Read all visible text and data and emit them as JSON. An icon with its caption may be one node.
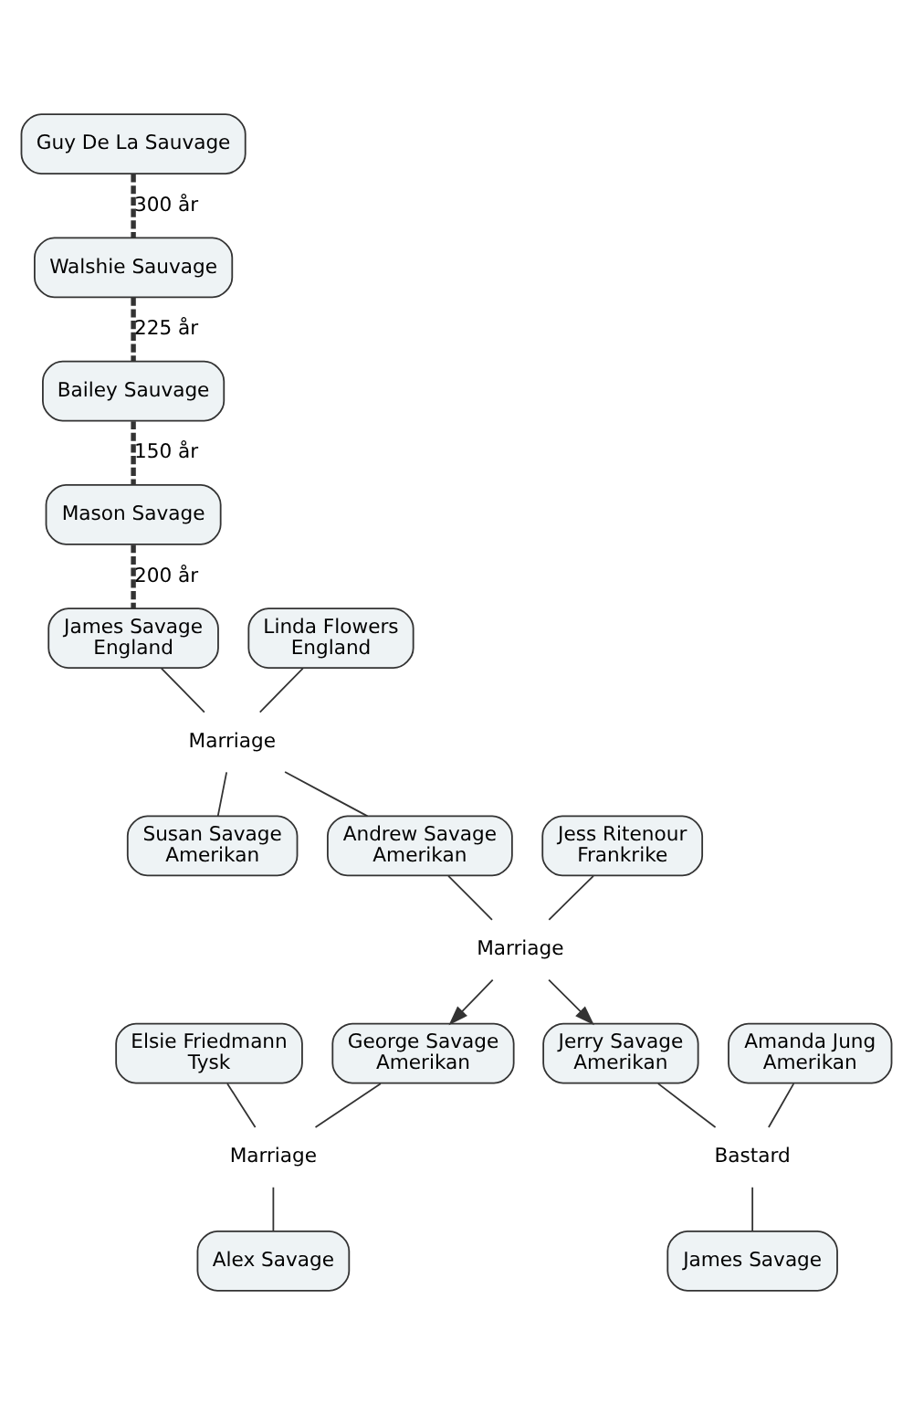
{
  "diagram": {
    "nodes": [
      {
        "text": [
          "Guy De La Sauvage"
        ]
      },
      {
        "text": [
          "Walshie Sauvage"
        ]
      },
      {
        "text": [
          "Bailey Sauvage"
        ]
      },
      {
        "text": [
          "Mason Savage"
        ]
      },
      {
        "text": [
          "Linda Flowers England"
        ]
      },
      {
        "text": [
          "James Savage England"
        ]
      },
      {
        "text": [
          "Marriage"
        ]
      },
      {
        "text": [
          "Susan Savage Amerikan"
        ]
      },
      {
        "text": [
          "Jess Ritenour Frankrike"
        ]
      },
      {
        "text": [
          "Andrew Savage Amerikan"
        ]
      },
      {
        "text": [
          "Marriage"
        ]
      },
      {
        "text": [
          "George Savage Amerikan"
        ]
      },
      {
        "text": [
          "Elsie Friedmann Tysk"
        ]
      },
      {
        "text": [
          "Amanda Jung Amerikan"
        ]
      },
      {
        "text": [
          "Jerry Savage Amerikan"
        ]
      },
      {
        "text": [
          "Marriage"
        ]
      },
      {
        "text": [
          "Bastard"
        ]
      },
      {
        "text": [
          "Alex Savage"
        ]
      },
      {
        "text": [
          "James Savage"
        ]
      }
    ],
    "edges": [
      {
        "from": 0,
        "to": 1,
        "arrow": "none",
        "label": "300 år",
        "style": "dashed"
      },
      {
        "from": 1,
        "to": 2,
        "arrow": "none",
        "label": "225 år",
        "style": "dashed"
      },
      {
        "from": 2,
        "to": 3,
        "arrow": "none",
        "label": "150 år",
        "style": "dashed"
      },
      {
        "from": 3,
        "to": 5,
        "arrow": "none",
        "label": "200 år",
        "style": "dashed"
      },
      {
        "from": 4,
        "to": 6,
        "arrow": "none"
      },
      {
        "from": 5,
        "to": 6,
        "arrow": "none"
      },
      {
        "from": 6,
        "to": 7,
        "arrow": "none"
      },
      {
        "from": 6,
        "to": 9,
        "arrow": "none"
      },
      {
        "from": 8,
        "to": 10,
        "arrow": "none"
      },
      {
        "from": 9,
        "to": 10,
        "arrow": "none"
      },
      {
        "from": 10,
        "to": 11,
        "arrow": "to"
      },
      {
        "from": 10,
        "to": 14,
        "arrow": "to"
      },
      {
        "from": 11,
        "to": 15,
        "arrow": "none"
      },
      {
        "from": 12,
        "to": 15,
        "arrow": "none"
      },
      {
        "from": 13,
        "to": 16,
        "arrow": "none"
      },
      {
        "from": 14,
        "to": 16,
        "arrow": "none"
      },
      {
        "from": 15,
        "to": 17,
        "arrow": "none"
      },
      {
        "from": 16,
        "to": 18,
        "arrow": "none"
      }
    ]
  }
}
